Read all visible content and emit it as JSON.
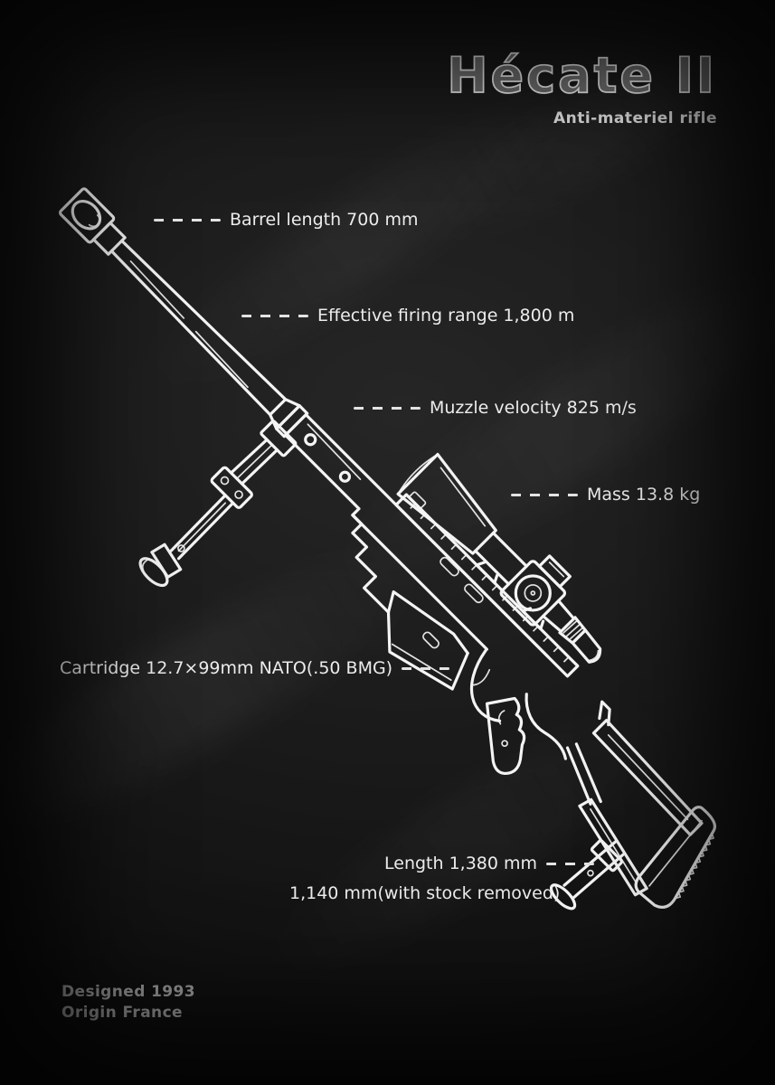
{
  "poster": {
    "title": "Hécate II",
    "subtitle": "Anti-materiel rifle",
    "labels": {
      "barrel_length": "Barrel length 700 mm",
      "firing_range": "Effective firing range 1,800 m",
      "muzzle_velocity": "Muzzle velocity 825 m/s",
      "mass": "Mass 13.8 kg",
      "cartridge": "Cartridge 12.7×99mm NATO(.50 BMG)",
      "length": "Length 1,380 mm",
      "length_note": "1,140 mm(with stock removed)"
    },
    "footer": {
      "designed": "Designed 1993",
      "origin": "Origin France"
    },
    "colors": {
      "background": "#1d1d1d",
      "chalk": "#f4f4f4",
      "muted_text": "#9f9f9f"
    }
  }
}
